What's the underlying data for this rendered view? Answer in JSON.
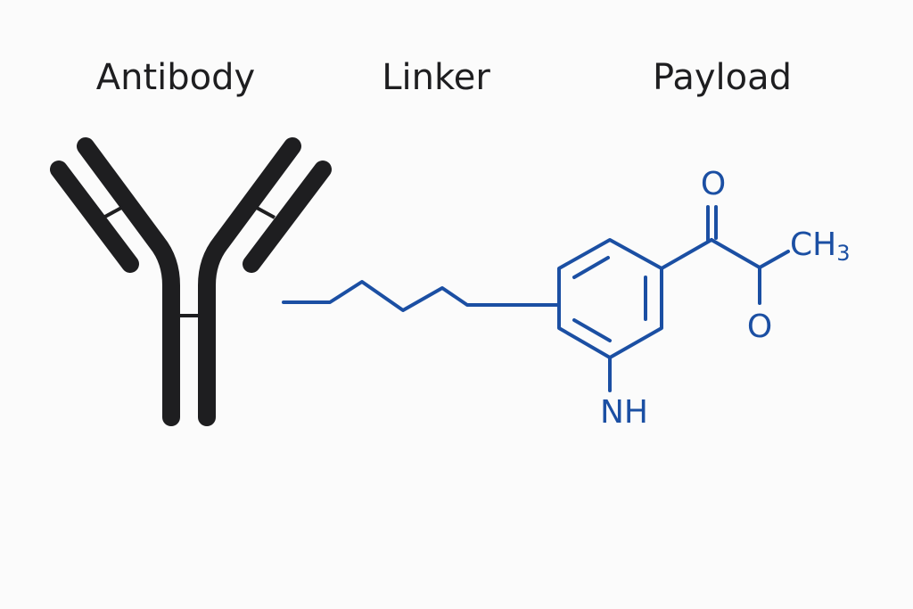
{
  "labels": {
    "antibody": "Antibody",
    "linker": "Linker",
    "payload": "Payload"
  },
  "atoms": {
    "carbonyl_oxygen": "O",
    "ether_oxygen": "O",
    "amine": "NH",
    "methyl_main": "CH",
    "methyl_subscript": "3"
  },
  "colors": {
    "antibody": "#1e1e20",
    "payload": "#1b4fa3",
    "text": "#1e1e20",
    "background": "#fbfbfb"
  }
}
